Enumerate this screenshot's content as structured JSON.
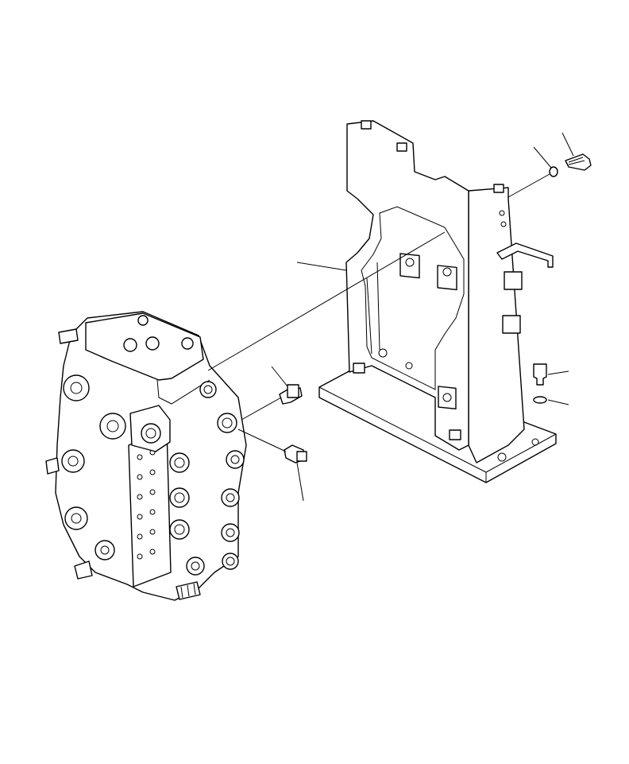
{
  "drawing": {
    "background": "#ffffff",
    "line_color": "#000000",
    "parts": [
      "control-valve-assembly",
      "valve-mounting-bracket",
      "pressure-sensor-upper",
      "pressure-sensor-lower",
      "mounting-bolt",
      "washer",
      "wire-clip"
    ]
  }
}
